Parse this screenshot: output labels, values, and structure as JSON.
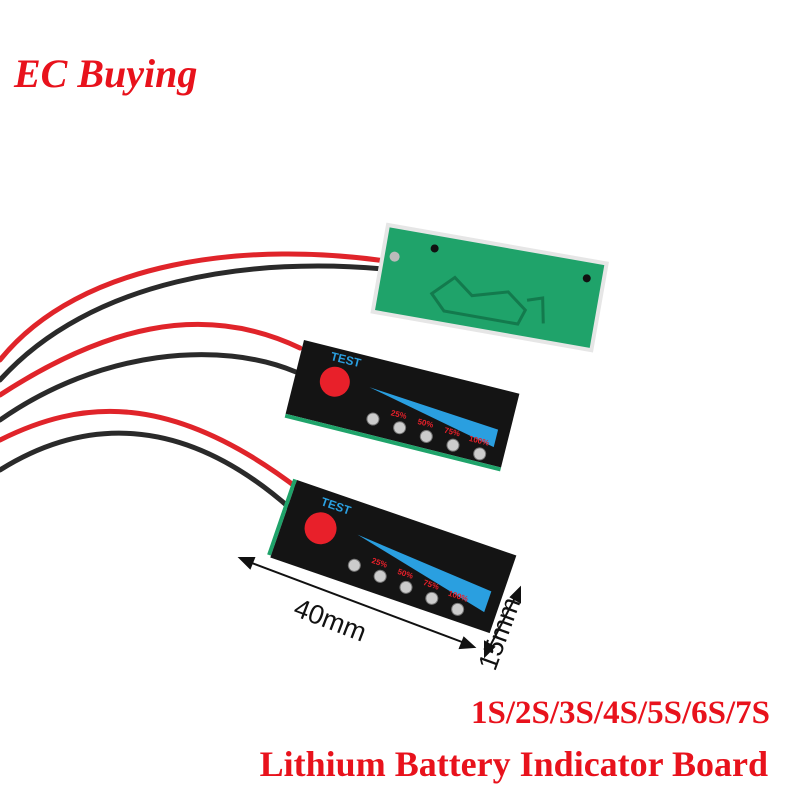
{
  "brand": "EC Buying",
  "product": {
    "variants": "1S/2S/3S/4S/5S/6S/7S",
    "name": "Lithium Battery Indicator Board"
  },
  "board": {
    "button_label": "TEST",
    "levels": [
      "25%",
      "50%",
      "75%",
      "100%"
    ]
  },
  "dimensions": {
    "length": "40mm",
    "width": "15mm"
  },
  "colors": {
    "accent": "#e8121c",
    "pcb": "#1fa36a",
    "panel": "#141414",
    "bar": "#2a9fe0",
    "button": "#e8202a"
  }
}
